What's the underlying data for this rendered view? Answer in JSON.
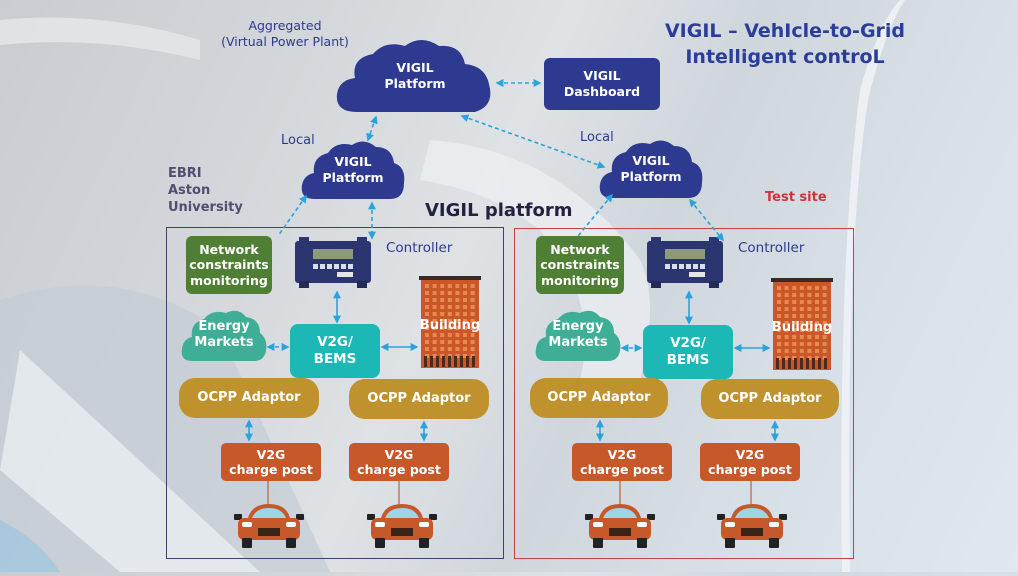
{
  "title": {
    "line1": "VIGIL – VehIcle-to-Grid",
    "line2": "Intelligent controL"
  },
  "aggregated": {
    "label_line1": "Aggregated",
    "label_line2": "(Virtual Power Plant)",
    "platform_line1": "VIGIL",
    "platform_line2": "Platform",
    "dashboard_line1": "VIGIL",
    "dashboard_line2": "Dashboard"
  },
  "section_heading": "VIGIL platform",
  "sites": [
    {
      "site_label_lines": [
        "EBRI",
        "Aston",
        "University"
      ],
      "local_label": "Local",
      "platform_line1": "VIGIL",
      "platform_line2": "Platform",
      "network": [
        "Network",
        "constraints",
        "monitoring"
      ],
      "controller_label": "Controller",
      "energy": [
        "Energy",
        "Markets"
      ],
      "v2g_bems": [
        "V2G/",
        "BEMS"
      ],
      "building": "Building",
      "ocpp": [
        "OCPP Adaptor",
        "OCPP Adaptor"
      ],
      "charge_posts": [
        [
          "V2G",
          "charge post"
        ],
        [
          "V2G",
          "charge post"
        ]
      ]
    },
    {
      "site_label_lines": [
        "Test site"
      ],
      "local_label": "Local",
      "platform_line1": "VIGIL",
      "platform_line2": "Platform",
      "network": [
        "Network",
        "constraints",
        "monitoring"
      ],
      "controller_label": "Controller",
      "energy": [
        "Energy",
        "Markets"
      ],
      "v2g_bems": [
        "V2G/",
        "BEMS"
      ],
      "building": "Building",
      "ocpp": [
        "OCPP Adaptor",
        "OCPP Adaptor"
      ],
      "charge_posts": [
        [
          "V2G",
          "charge post"
        ],
        [
          "V2G",
          "charge post"
        ]
      ]
    }
  ],
  "colors": {
    "navy": "#2d3a8f",
    "green": "#4f7f35",
    "teal": "#1bb8b6",
    "energy_teal": "#3fae96",
    "gold": "#c0922d",
    "post_orange": "#c6582a",
    "test_site_red": "#d0343b",
    "arrow_blue": "#2aa3dc"
  }
}
